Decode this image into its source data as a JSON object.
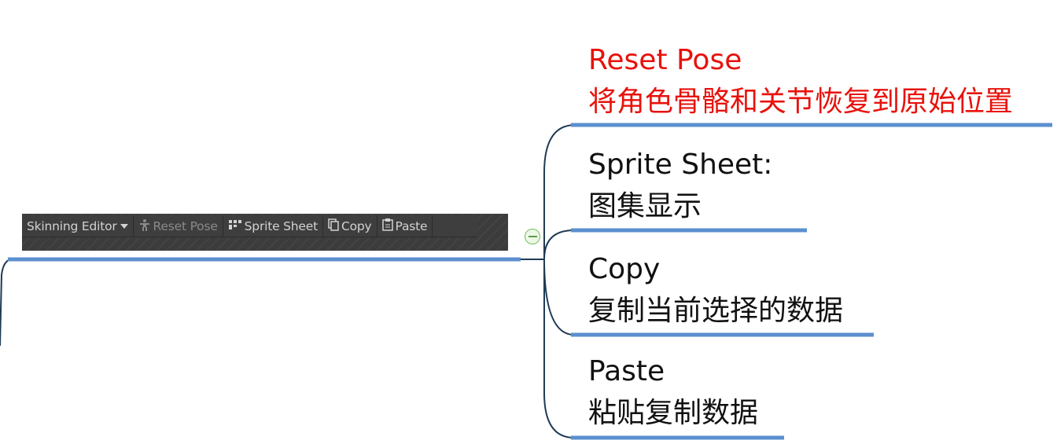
{
  "toolbar": {
    "skinning_editor": "Skinning Editor",
    "reset_pose": "Reset Pose",
    "sprite_sheet": "Sprite Sheet",
    "copy": "Copy",
    "paste": "Paste"
  },
  "branches": [
    {
      "title": "Reset Pose",
      "desc": "将角色骨骼和关节恢复到原始位置",
      "color": "#e8120c"
    },
    {
      "title": "Sprite Sheet:",
      "desc": "图集显示",
      "color": "#111111"
    },
    {
      "title": "Copy",
      "desc": "复制当前选择的数据",
      "color": "#111111"
    },
    {
      "title": "Paste",
      "desc": "粘贴复制数据",
      "color": "#111111"
    }
  ],
  "colors": {
    "connector": "#1f3b56",
    "underline": "#5b8fcf",
    "toggle_border": "#6fbf5a"
  }
}
